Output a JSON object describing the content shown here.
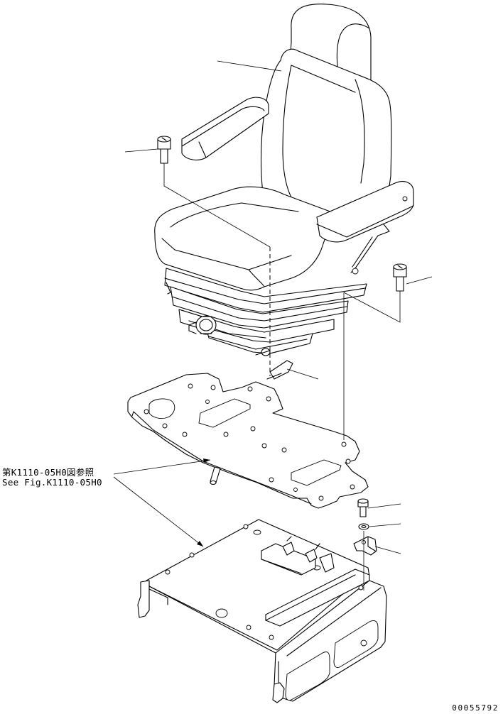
{
  "reference": {
    "japanese": "第K1110-05H0図参照",
    "english": "See Fig.K1110-05H0"
  },
  "drawing_number": "00055792"
}
